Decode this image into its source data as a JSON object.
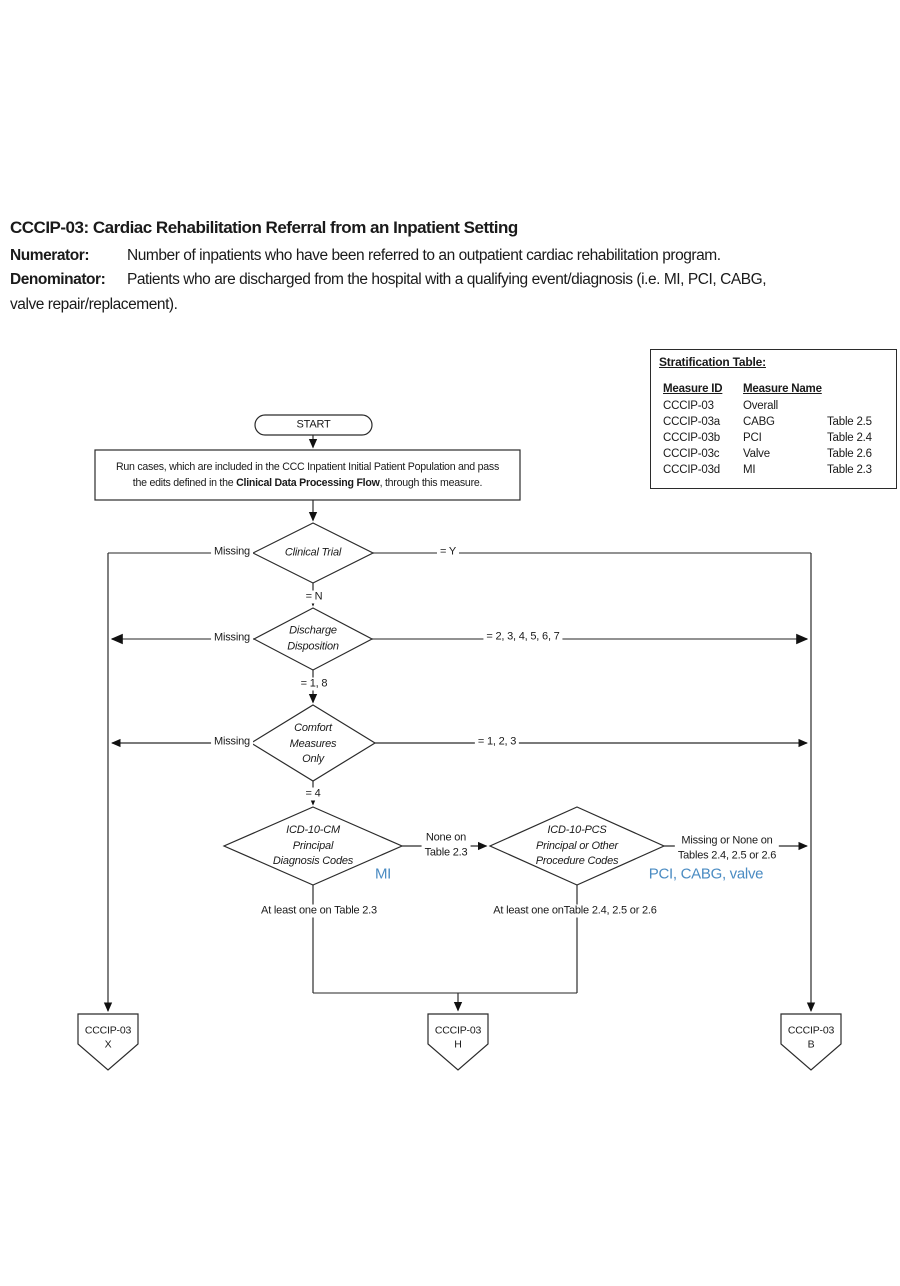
{
  "header": {
    "title": "CCCIP-03: Cardiac Rehabilitation Referral from an Inpatient Setting",
    "numerator_label": "Numerator:",
    "numerator_text": "Number of inpatients who have been referred to an outpatient cardiac rehabilitation program.",
    "denominator_label": "Denominator:",
    "denominator_line1": "Patients who are discharged from the hospital with a qualifying event/diagnosis (i.e. MI, PCI, CABG,",
    "denominator_line2": "valve repair/replacement)."
  },
  "stratification": {
    "title": "Stratification Table:",
    "col_id": "Measure ID",
    "col_name": "Measure Name",
    "rows": [
      {
        "id": "CCCIP-03",
        "name": "Overall",
        "table": ""
      },
      {
        "id": "CCCIP-03a",
        "name": "CABG",
        "table": "Table 2.5"
      },
      {
        "id": "CCCIP-03b",
        "name": "PCI",
        "table": "Table 2.4"
      },
      {
        "id": "CCCIP-03c",
        "name": "Valve",
        "table": "Table 2.6"
      },
      {
        "id": "CCCIP-03d",
        "name": "MI",
        "table": "Table 2.3"
      }
    ]
  },
  "flowchart": {
    "start": "START",
    "process": {
      "line1": "Run cases, which are included in the CCC Inpatient Initial Patient Population and pass",
      "line2_pre": "the edits defined in the ",
      "line2_bold": "Clinical Data Processing Flow",
      "line2_post": ", through this measure."
    },
    "decisions": {
      "clinical_trial": "Clinical Trial",
      "discharge_disposition": "Discharge\nDisposition",
      "comfort_measures": "Comfort\nMeasures\nOnly",
      "icd10cm": "ICD-10-CM\nPrincipal\nDiagnosis Codes",
      "icd10pcs": "ICD-10-PCS\nPrincipal or Other\nProcedure Codes"
    },
    "edges": {
      "missing": "Missing",
      "eq_y": "= Y",
      "eq_n": "= N",
      "eq_234567": "= 2, 3, 4, 5, 6, 7",
      "eq_18": "= 1, 8",
      "eq_123": "= 1, 2, 3",
      "eq_4": "= 4",
      "none_on_table23": "None on\nTable 2.3",
      "missing_none_tables": "Missing or None on\nTables 2.4, 2.5 or 2.6",
      "at_least_one_23": "At least one on Table 2.3",
      "at_least_one_245_26": "At least one onTable 2.4, 2.5 or 2.6"
    },
    "annotations": {
      "mi": "MI",
      "pci_cabg_valve": "PCI, CABG, valve",
      "color": "#4a8bc2"
    },
    "connectors": {
      "x": {
        "label": "CCCIP-03\nX"
      },
      "h": {
        "label": "CCCIP-03\nH"
      },
      "b": {
        "label": "CCCIP-03\nB"
      }
    }
  }
}
